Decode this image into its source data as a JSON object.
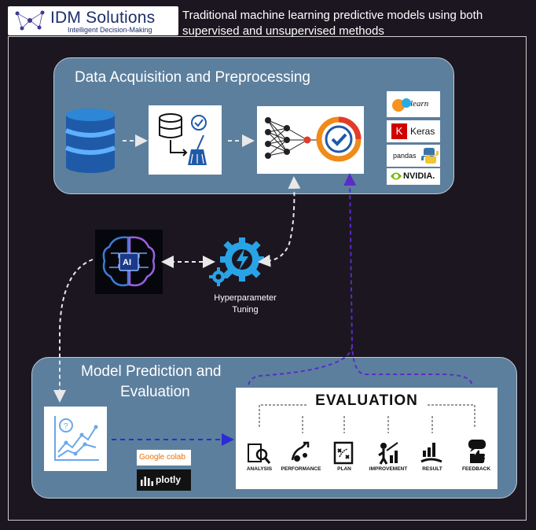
{
  "header": {
    "logo_name": "IDM Solutions",
    "logo_tagline": "Intelligent Decision-Making",
    "title": "Traditional machine learning predictive models using both supervised and unsupervised methods"
  },
  "panels": {
    "top_title": "Data Acquisition and Preprocessing",
    "bottom_title_line1": "Model Prediction and",
    "bottom_title_line2": "Evaluation"
  },
  "libraries": {
    "sklearn": "learn",
    "keras": "Keras",
    "keras_letter": "K",
    "pandas": "pandas",
    "nvidia": "NVIDIA."
  },
  "hyperparameter": {
    "line1": "Hyperparameter",
    "line2": "Tuning"
  },
  "tools": {
    "colab": "Google colab",
    "plotly": "plotly"
  },
  "ai_chip": "AI",
  "evaluation": {
    "title": "EVALUATION",
    "items": [
      "ANALYSIS",
      "PERFORMANCE",
      "PLAN",
      "IMPROVEMENT",
      "RESULT",
      "FEEDBACK"
    ]
  },
  "colors": {
    "background": "#1b1620",
    "panel": "#5c7f9d",
    "arrow_white": "#e8e8e8",
    "arrow_purple": "#5a2cc8",
    "arrow_blue": "#2b2bd6"
  }
}
